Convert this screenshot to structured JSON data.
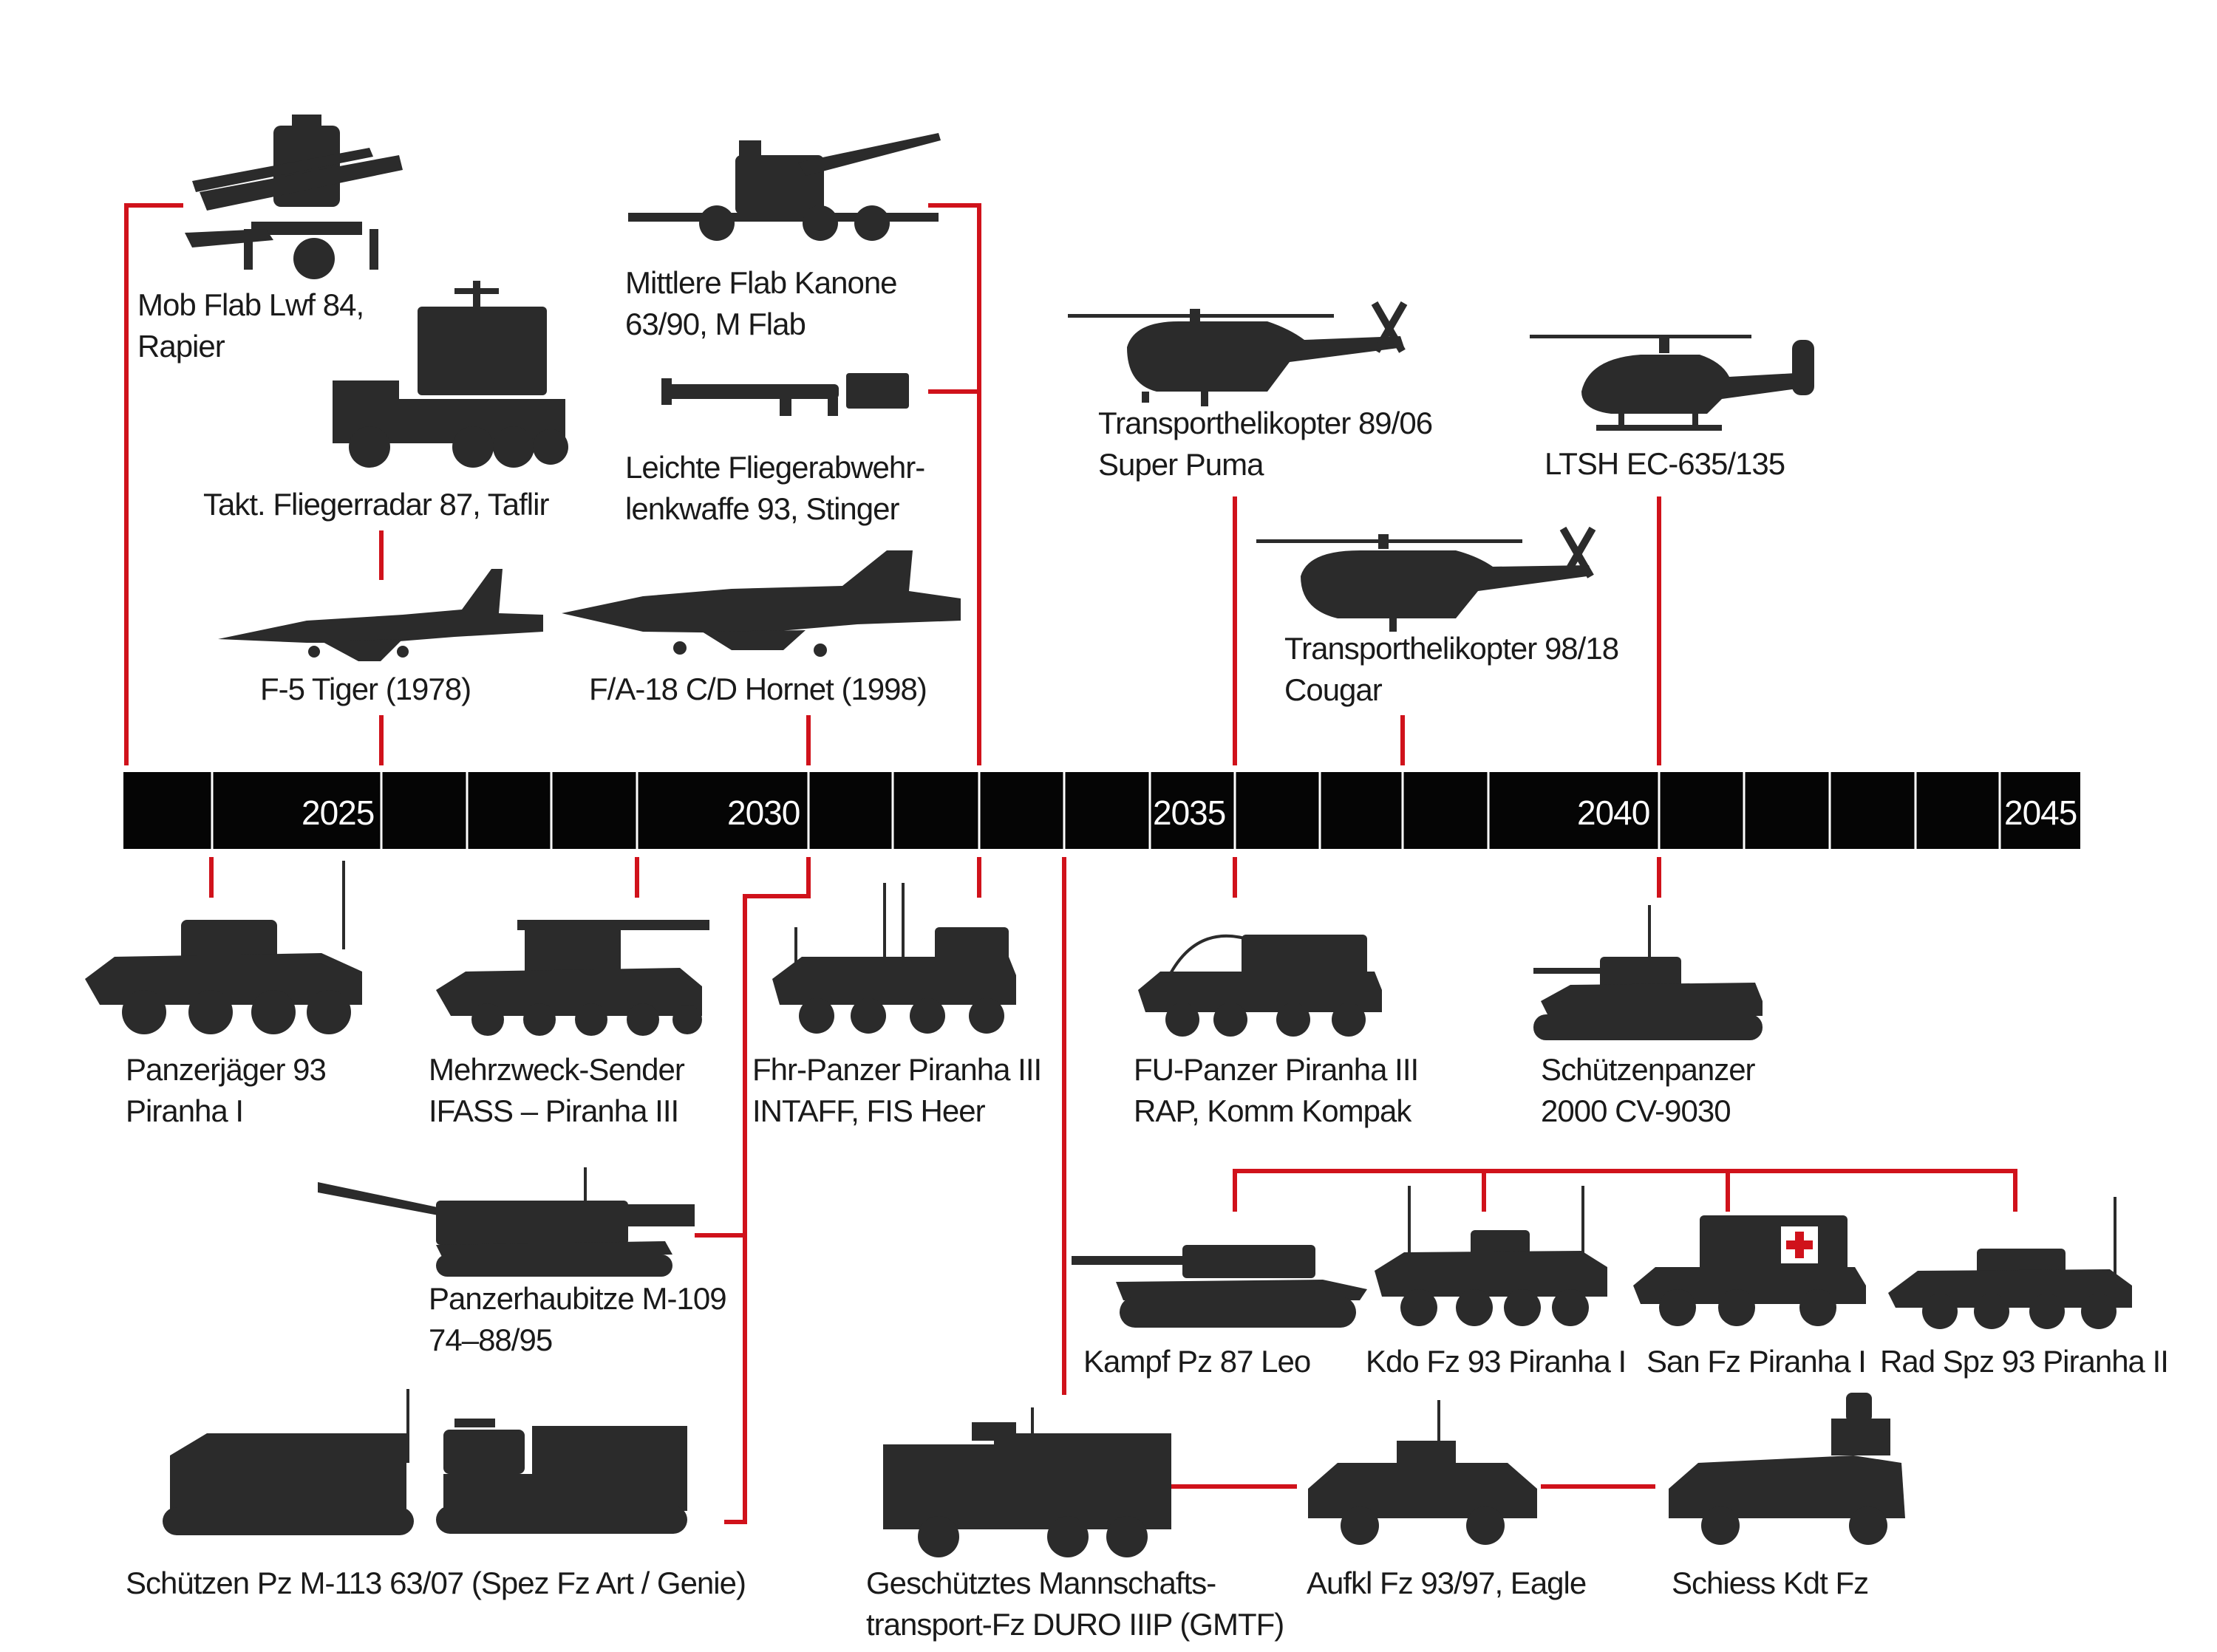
{
  "timeline": {
    "years": [
      "2025",
      "2030",
      "2035",
      "2040",
      "2045"
    ]
  },
  "colors": {
    "accent": "#d0121b",
    "silhouette": "#2b2b2b",
    "bar": "#050505",
    "medical_cross": "#d0121b"
  },
  "systems_above": [
    {
      "id": "rapier",
      "lines": [
        "Mob Flab Lwf 84,",
        "Rapier"
      ],
      "icon": "missile-launcher-icon"
    },
    {
      "id": "taflir",
      "lines": [
        "Takt. Fliegerradar 87, Taflir"
      ],
      "icon": "radar-truck-icon"
    },
    {
      "id": "f5",
      "lines": [
        "F-5 Tiger (1978)"
      ],
      "icon": "fighter-jet-icon"
    },
    {
      "id": "mflab",
      "lines": [
        "Mittlere Flab Kanone",
        "63/90, M Flab"
      ],
      "icon": "anti-aircraft-gun-icon"
    },
    {
      "id": "stinger",
      "lines": [
        "Leichte Fliegerabwehr-",
        "lenkwaffe 93, Stinger"
      ],
      "icon": "shoulder-launcher-icon"
    },
    {
      "id": "fa18",
      "lines": [
        "F/A-18 C/D Hornet (1998)"
      ],
      "icon": "fighter-jet-icon"
    },
    {
      "id": "superpuma",
      "lines": [
        "Transporthelikopter 89/06",
        "Super Puma"
      ],
      "icon": "transport-helicopter-icon"
    },
    {
      "id": "cougar",
      "lines": [
        "Transporthelikopter 98/18",
        "Cougar"
      ],
      "icon": "transport-helicopter-icon"
    },
    {
      "id": "ltsh",
      "lines": [
        "LTSH EC-635/135"
      ],
      "icon": "light-helicopter-icon"
    }
  ],
  "systems_below": [
    {
      "id": "pzj93",
      "lines": [
        "Panzerjäger 93",
        "Piranha I"
      ],
      "icon": "wheeled-apc-icon"
    },
    {
      "id": "ifass",
      "lines": [
        "Mehrzweck-Sender",
        "IFASS – Piranha III"
      ],
      "icon": "wheeled-radio-vehicle-icon"
    },
    {
      "id": "intaff",
      "lines": [
        "Fhr-Panzer Piranha III",
        "INTAFF, FIS Heer"
      ],
      "icon": "wheeled-command-vehicle-icon"
    },
    {
      "id": "rap",
      "lines": [
        "FU-Panzer Piranha III",
        "RAP, Komm Kompak"
      ],
      "icon": "wheeled-comms-vehicle-icon"
    },
    {
      "id": "cv9030",
      "lines": [
        "Schützenpanzer",
        "2000 CV-9030"
      ],
      "icon": "tracked-ifv-icon"
    },
    {
      "id": "m109",
      "lines": [
        "Panzerhaubitze M-109",
        "74–88/95"
      ],
      "icon": "self-propelled-howitzer-icon"
    },
    {
      "id": "m113",
      "lines": [
        "Schützen Pz M-113 63/07 (Spez Fz Art / Genie)"
      ],
      "icon": "tracked-apc-icon"
    },
    {
      "id": "leo",
      "lines": [
        "Kampf Pz 87 Leo"
      ],
      "icon": "main-battle-tank-icon"
    },
    {
      "id": "kdo",
      "lines": [
        "Kdo Fz 93 Piranha I"
      ],
      "icon": "wheeled-apc-icon"
    },
    {
      "id": "san",
      "lines": [
        "San Fz Piranha I"
      ],
      "icon": "ambulance-vehicle-icon"
    },
    {
      "id": "radspz",
      "lines": [
        "Rad Spz 93 Piranha II"
      ],
      "icon": "wheeled-apc-icon"
    },
    {
      "id": "gmtf",
      "lines": [
        "Geschütztes Mannschafts-",
        "transport-Fz DURO IIIP (GMTF)"
      ],
      "icon": "armored-truck-icon"
    },
    {
      "id": "eagle",
      "lines": [
        "Aufkl Fz 93/97, Eagle"
      ],
      "icon": "recon-vehicle-icon"
    },
    {
      "id": "schiess",
      "lines": [
        "Schiess Kdt Fz"
      ],
      "icon": "fire-control-vehicle-icon"
    }
  ]
}
